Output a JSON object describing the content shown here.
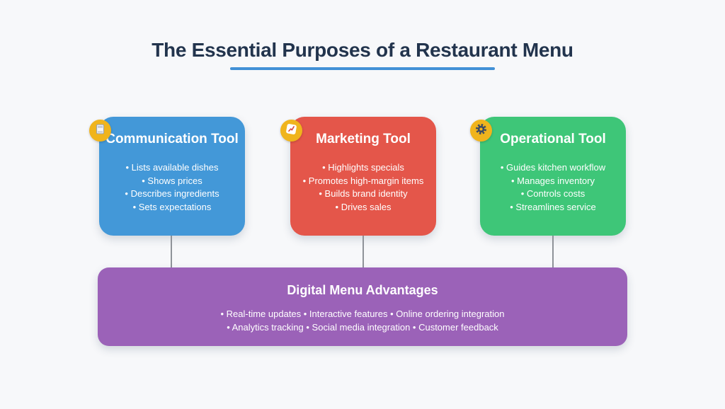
{
  "title": "The Essential Purposes of a Restaurant Menu",
  "style_colors": {
    "background": "#f7f8fa",
    "title_text": "#22344d",
    "title_underline": "#4190d6",
    "connector_line": "#8f9399",
    "icon_badge": "#f0b41c"
  },
  "cards": [
    {
      "title": "Communication Tool",
      "color": "#4398d8",
      "icon": "clipboard-icon",
      "items": [
        "Lists available dishes",
        "Shows prices",
        "Describes ingredients",
        "Sets expectations"
      ]
    },
    {
      "title": "Marketing Tool",
      "color": "#e4564a",
      "icon": "trend-chart-icon",
      "items": [
        "Highlights specials",
        "Promotes high-margin items",
        "Builds brand identity",
        "Drives sales"
      ]
    },
    {
      "title": "Operational Tool",
      "color": "#3ec678",
      "icon": "gear-icon",
      "items": [
        "Guides kitchen workflow",
        "Manages inventory",
        "Controls costs",
        "Streamlines service"
      ]
    }
  ],
  "footer": {
    "title": "Digital Menu Advantages",
    "color": "#9b62b8",
    "lines": [
      "• Real-time updates • Interactive features • Online ordering integration",
      "• Analytics tracking • Social media integration • Customer feedback"
    ]
  }
}
